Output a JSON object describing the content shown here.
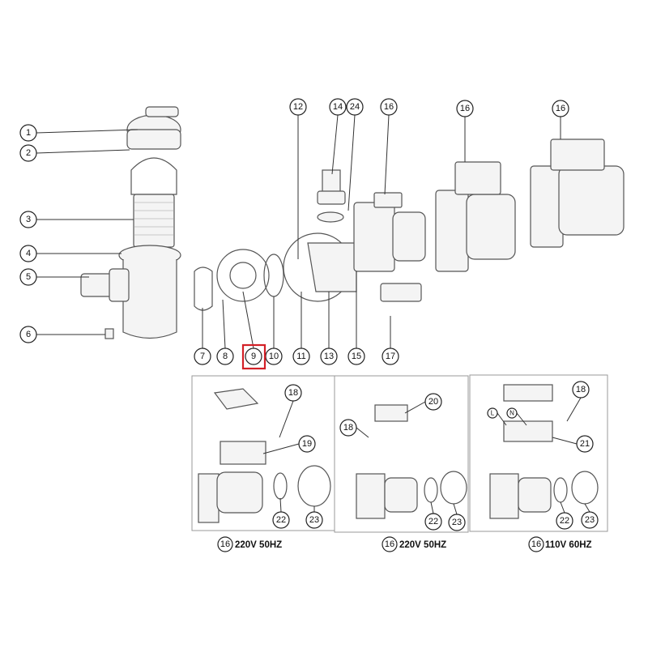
{
  "diagram": {
    "highlight_color": "#d32027",
    "highlighted_part": "9",
    "main_callouts": [
      "1",
      "2",
      "3",
      "4",
      "5",
      "6",
      "12",
      "14",
      "24",
      "16",
      "16",
      "16",
      "7",
      "8",
      "9",
      "10",
      "11",
      "13",
      "15",
      "17"
    ],
    "panels": [
      {
        "callouts": [
          "18",
          "19",
          "22",
          "23"
        ],
        "caption_num": "16",
        "caption": "220V 50HZ"
      },
      {
        "callouts": [
          "20",
          "18",
          "22",
          "23"
        ],
        "caption_num": "16",
        "caption": "220V 50HZ"
      },
      {
        "callouts": [
          "18",
          "21",
          "22",
          "23",
          "L",
          "N"
        ],
        "caption_num": "16",
        "caption": "110V 60HZ"
      }
    ]
  }
}
